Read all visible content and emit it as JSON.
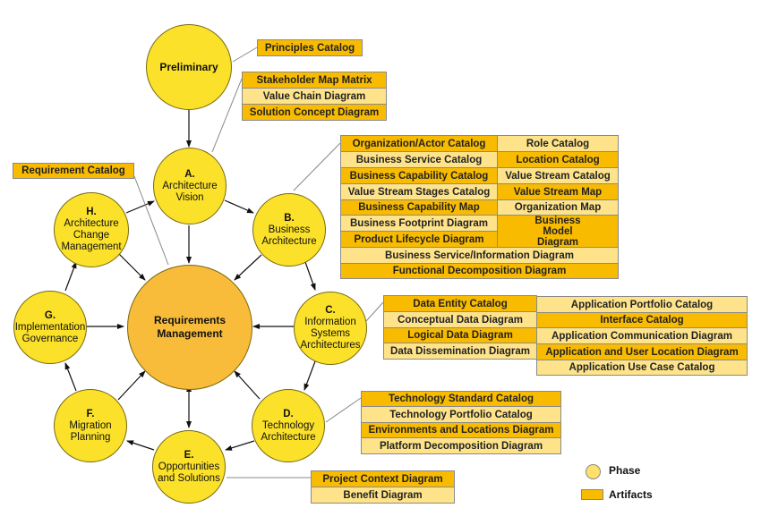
{
  "phases": {
    "preliminary": "Preliminary",
    "a_letter": "A.",
    "a_name1": "Architecture",
    "a_name2": "Vision",
    "b_letter": "B.",
    "b_name1": "Business",
    "b_name2": "Architecture",
    "c_letter": "C.",
    "c_name1": "Information",
    "c_name2": "Systems",
    "c_name3": "Architectures",
    "d_letter": "D.",
    "d_name1": "Technology",
    "d_name2": "Architecture",
    "e_letter": "E.",
    "e_name1": "Opportunities",
    "e_name2": "and Solutions",
    "f_letter": "F.",
    "f_name1": "Migration",
    "f_name2": "Planning",
    "g_letter": "G.",
    "g_name1": "Implementation",
    "g_name2": "Governance",
    "h_letter": "H.",
    "h_name1": "Architecture",
    "h_name2": "Change",
    "h_name3": "Management",
    "rm_name1": "Requirements",
    "rm_name2": "Management"
  },
  "artifacts": {
    "preliminary": [
      "Principles Catalog"
    ],
    "a": [
      "Stakeholder Map Matrix",
      "Value Chain Diagram",
      "Solution Concept Diagram"
    ],
    "requirements": [
      "Requirement Catalog"
    ],
    "b_left": [
      "Organization/Actor Catalog",
      "Business Service Catalog",
      "Business Capability Catalog",
      "Value Stream Stages Catalog",
      "Business Capability Map",
      "Business Footprint Diagram",
      "Product Lifecycle Diagram"
    ],
    "b_right": [
      "Role Catalog",
      "Location Catalog",
      "Value Stream Catalog",
      "Value Stream Map",
      "Organization Map",
      "Business Model Diagram"
    ],
    "b_bottom": [
      "Business Service/Information Diagram",
      "Functional Decomposition Diagram"
    ],
    "c_left": [
      "Data Entity Catalog",
      "Conceptual Data Diagram",
      "Logical Data Diagram",
      "Data Dissemination Diagram"
    ],
    "c_right": [
      "Application Portfolio Catalog",
      "Interface Catalog",
      "Application Communication Diagram",
      "Application and User Location Diagram",
      "Application Use Case Catalog"
    ],
    "d": [
      "Technology Standard Catalog",
      "Technology Portfolio Catalog",
      "Environments and Locations Diagram",
      "Platform Decomposition Diagram"
    ],
    "e": [
      "Project Context Diagram",
      "Benefit Diagram"
    ]
  },
  "legend": {
    "phase": "Phase",
    "artifacts": "Artifacts"
  },
  "colors": {
    "phase": "#fbe12a",
    "requirements": "#f8bc3a",
    "artifact_dark": "#f9bb00",
    "artifact_light": "#fee38a"
  }
}
